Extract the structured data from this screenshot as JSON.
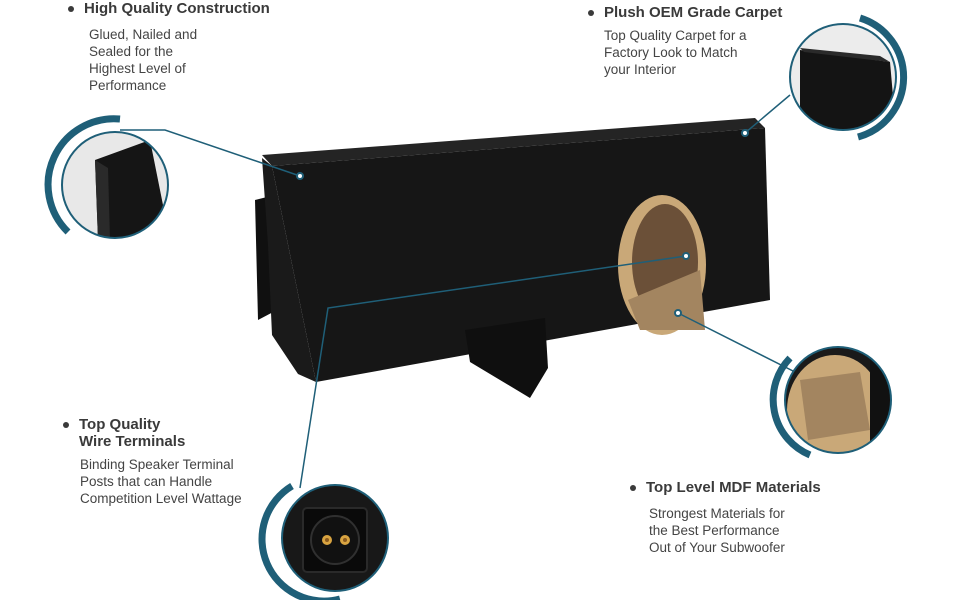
{
  "features": {
    "construction": {
      "title": "High Quality Construction",
      "desc": [
        "Glued, Nailed and",
        "Sealed for the",
        "Highest Level of",
        "Performance"
      ]
    },
    "carpet": {
      "title": "Plush OEM Grade Carpet",
      "desc": [
        "Top Quality Carpet for a",
        "Factory Look to Match",
        "your Interior"
      ]
    },
    "terminals": {
      "title_lines": [
        "Top Quality",
        "Wire Terminals"
      ],
      "desc": [
        "Binding Speaker Terminal",
        "Posts that can Handle",
        "Competition Level Wattage"
      ]
    },
    "mdf": {
      "title": "Top Level MDF Materials",
      "desc": [
        "Strongest Materials for",
        "the Best Performance",
        "Out of  Your Subwoofer"
      ]
    }
  },
  "colors": {
    "accent": "#1f5f78",
    "box": "#141414",
    "wood": "#c9a878"
  }
}
